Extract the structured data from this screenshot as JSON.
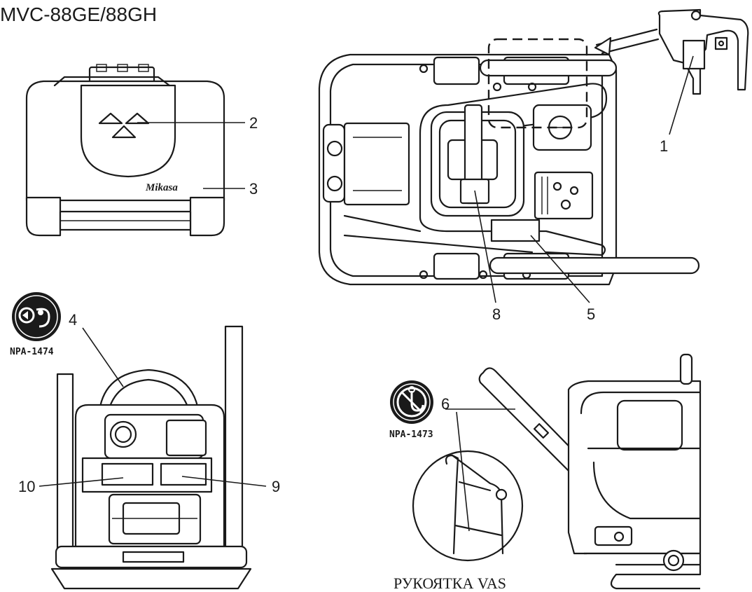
{
  "title": "MVC-88GE/88GH",
  "callouts": {
    "n1": "1",
    "n2": "2",
    "n3": "3",
    "n4": "4",
    "n5": "5",
    "n6": "6",
    "n8": "8",
    "n9": "9",
    "n10": "10"
  },
  "labels": {
    "npa_1474": "NPA-1474",
    "npa_1473": "NPA-1473",
    "logo": "Mikasa",
    "caption": "РУКОЯТКА VAS"
  },
  "icons": {
    "npa_1474_icon": "lifting-point-icon",
    "npa_1473_icon": "no-hook-lifting-icon"
  }
}
